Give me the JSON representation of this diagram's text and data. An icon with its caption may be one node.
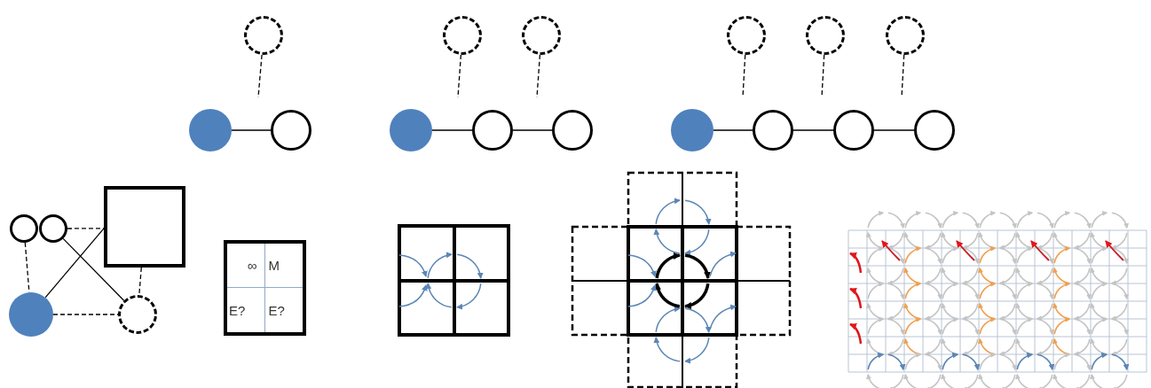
{
  "diagram": {
    "nodes": [
      {
        "text": [],
        "shape": "circle"
      },
      {
        "text": [],
        "shape": "circle"
      },
      {
        "text": [],
        "shape": "circle"
      },
      {
        "text": [],
        "shape": "circle"
      },
      {
        "text": [],
        "shape": "circle"
      },
      {
        "text": [],
        "shape": "circle"
      },
      {
        "text": [],
        "shape": "circle"
      },
      {
        "text": [],
        "shape": "circle"
      },
      {
        "text": [],
        "shape": "circle"
      },
      {
        "text": [],
        "shape": "circle"
      },
      {
        "text": [],
        "shape": "circle"
      },
      {
        "text": [],
        "shape": "circle"
      },
      {
        "text": [],
        "shape": "circle"
      },
      {
        "text": [],
        "shape": "circle"
      },
      {
        "text": [],
        "shape": "circle"
      },
      {
        "text": [],
        "shape": "circle"
      },
      {
        "text": [],
        "shape": "circle"
      },
      {
        "text": [],
        "shape": "box"
      },
      {
        "text": [],
        "shape": "circle"
      },
      {
        "text": [],
        "shape": "circle"
      },
      {
        "text": [],
        "shape": "box"
      },
      {
        "text": [
          "∞"
        ],
        "in": 20
      },
      {
        "text": [
          "M"
        ],
        "in": 20
      },
      {
        "text": [
          "E?"
        ],
        "in": 20
      },
      {
        "text": [
          "E?"
        ],
        "in": 20
      }
    ],
    "edges": [
      {
        "from": 0,
        "to": 1,
        "arrow": "none"
      },
      {
        "from": 2,
        "to": null,
        "arrow": "none",
        "style": "dashed"
      },
      {
        "from": 3,
        "to": 4,
        "arrow": "none"
      },
      {
        "from": 4,
        "to": 5,
        "arrow": "none"
      },
      {
        "from": 6,
        "to": null,
        "arrow": "none",
        "style": "dashed"
      },
      {
        "from": 7,
        "to": null,
        "arrow": "none",
        "style": "dashed"
      },
      {
        "from": 8,
        "to": 9,
        "arrow": "none"
      },
      {
        "from": 9,
        "to": 10,
        "arrow": "none"
      },
      {
        "from": 10,
        "to": 11,
        "arrow": "none"
      },
      {
        "from": 12,
        "to": null,
        "arrow": "none",
        "style": "dashed"
      },
      {
        "from": 13,
        "to": null,
        "arrow": "none",
        "style": "dashed"
      },
      {
        "from": 14,
        "to": null,
        "arrow": "none",
        "style": "dashed"
      },
      {
        "from": 15,
        "to": 18,
        "arrow": "none",
        "style": "dashed"
      },
      {
        "from": 16,
        "to": 17,
        "arrow": "none",
        "style": "dashed"
      },
      {
        "from": 16,
        "to": 19,
        "arrow": "none"
      },
      {
        "from": 18,
        "to": 17,
        "arrow": "none"
      },
      {
        "from": 18,
        "to": 19,
        "arrow": "none",
        "style": "dashed"
      },
      {
        "from": 17,
        "to": 19,
        "arrow": "none",
        "style": "dashed"
      }
    ]
  }
}
